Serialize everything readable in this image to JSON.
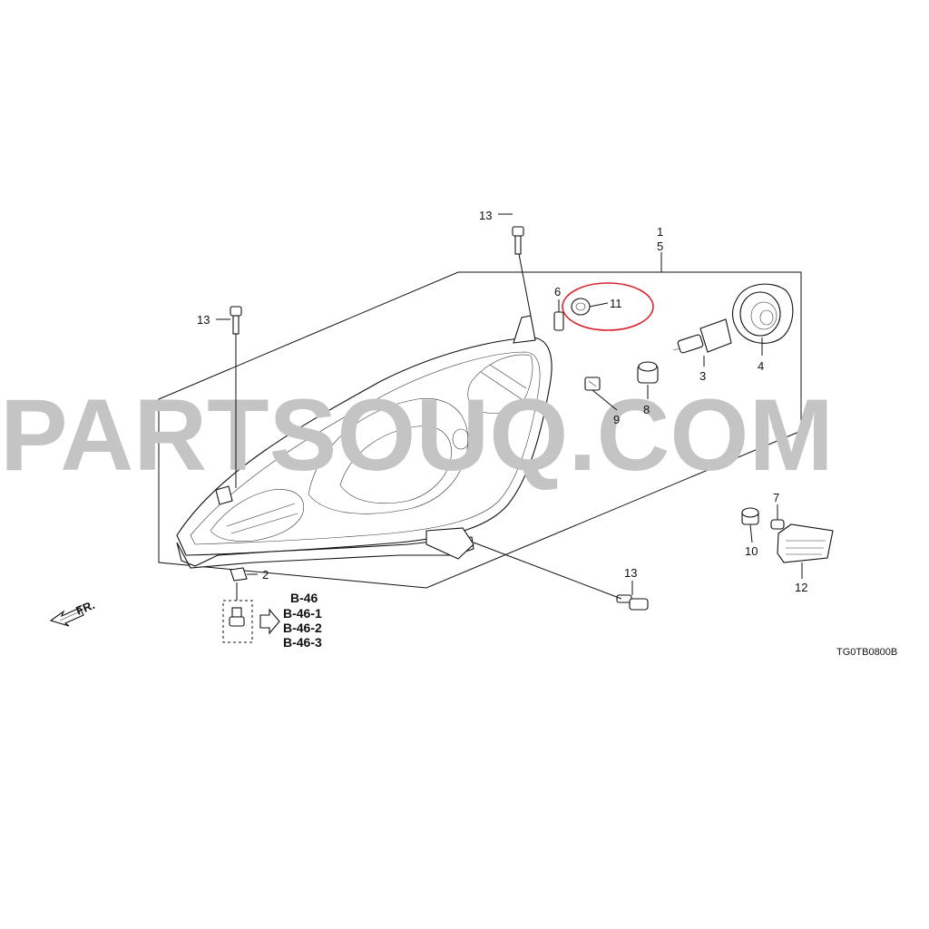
{
  "watermark": "PARTSOUQ.COM",
  "diagram_code": "TG0TB0800B",
  "front_label": "FR.",
  "highlight_color": "#d9232d",
  "watermark_color": "#c4c4c4",
  "callouts": {
    "c1": "1",
    "c5": "5",
    "c2": "2",
    "c3": "3",
    "c4": "4",
    "c6": "6",
    "c7": "7",
    "c8": "8",
    "c9": "9",
    "c10": "10",
    "c11": "11",
    "c12": "12",
    "c13_top": "13",
    "c13_left": "13",
    "c13_bottom": "13"
  },
  "references": [
    "B-46",
    "B-46-1",
    "B-46-2",
    "B-46-3"
  ]
}
